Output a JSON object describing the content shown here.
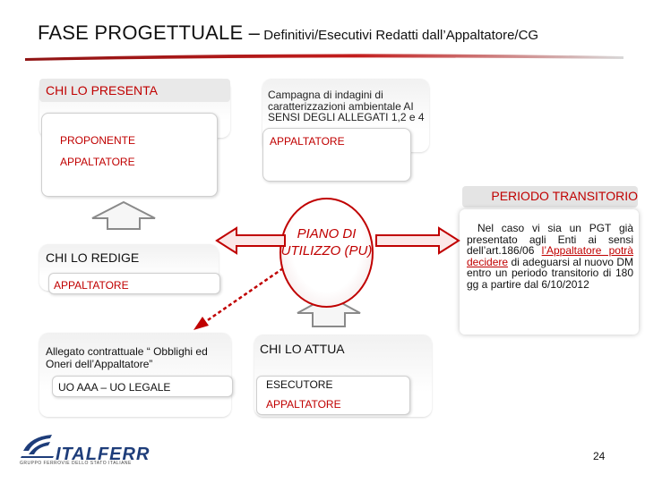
{
  "header": {
    "title_main": "FASE PROGETTUALE –",
    "title_sub": " Definitivi/Esecutivi Redatti dall’Appaltatore/CG"
  },
  "panel_presenta": {
    "label": "CHI LO PRESENTA",
    "line1": "PROPONENTE",
    "line2": "APPALTATORE"
  },
  "panel_campagna": {
    "label": "Campagna di indagini di caratterizzazioni ambientale AI SENSI DEGLI ALLEGATI 1,2 e 4",
    "line1": "APPALTATORE"
  },
  "panel_redige": {
    "label": "CHI LO REDIGE",
    "line1": "APPALTATORE"
  },
  "center": {
    "oval_text": "PIANO DI UTILIZZO (PU)"
  },
  "panel_allegato": {
    "label": "Allegato contrattuale “ Obblighi ed Oneri dell’Appaltatore”",
    "line1": "UO AAA – UO LEGALE"
  },
  "panel_attua": {
    "label": "CHI LO ATTUA",
    "line1": "ESECUTORE",
    "line2": "APPALTATORE"
  },
  "transitorio": {
    "title": "PERIODO TRANSITORIO",
    "text_part1": "Nel caso vi sia un PGT già presentato agli Enti ai sensi dell’art.186/06 ",
    "text_link": "l’Appaltatore potrà decidere",
    "text_part2": " di adeguarsi al nuovo DM entro un periodo transitorio di 180 gg a partire dal 6/10/2012"
  },
  "footer": {
    "logo_text": "ITALFERR",
    "logo_subtext": "GRUPPO FERROVIE DELLO STATO ITALIANE",
    "page_number": "24"
  },
  "colors": {
    "accent_red": "#c00000",
    "logo_blue": "#1e3d7a"
  }
}
